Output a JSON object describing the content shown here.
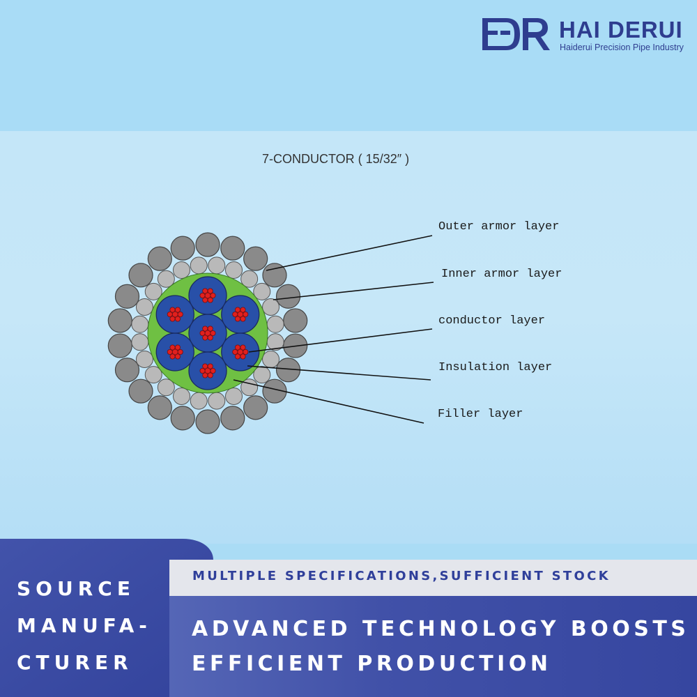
{
  "brand": {
    "logo_text": "HDR",
    "name": "HAI DERUI",
    "tagline": "Haiderui Precision Pipe Industry"
  },
  "diagram": {
    "title": "7-CONDUCTOR ( 15/32″ )",
    "labels": [
      "Outer armor layer",
      "Inner armor layer",
      "conductor layer",
      "Insulation layer",
      "Filler layer"
    ]
  },
  "banner": {
    "left_lines": [
      "SOURCE",
      "MANUFA-",
      "CTURER"
    ],
    "strip_text": "MULTIPLE SPECIFICATIONS,SUFFICIENT STOCK",
    "main_lines": [
      "ADVANCED TECHNOLOGY BOOSTS",
      "EFFICIENT PRODUCTION"
    ]
  },
  "colors": {
    "brand_blue": "#2e3d8f",
    "banner_blue": "#3e4fa6",
    "armor_gray": "#8a8a8a",
    "filler_green": "#6fc043",
    "insulation_blue": "#2850a8",
    "conductor_red": "#e0201e"
  }
}
